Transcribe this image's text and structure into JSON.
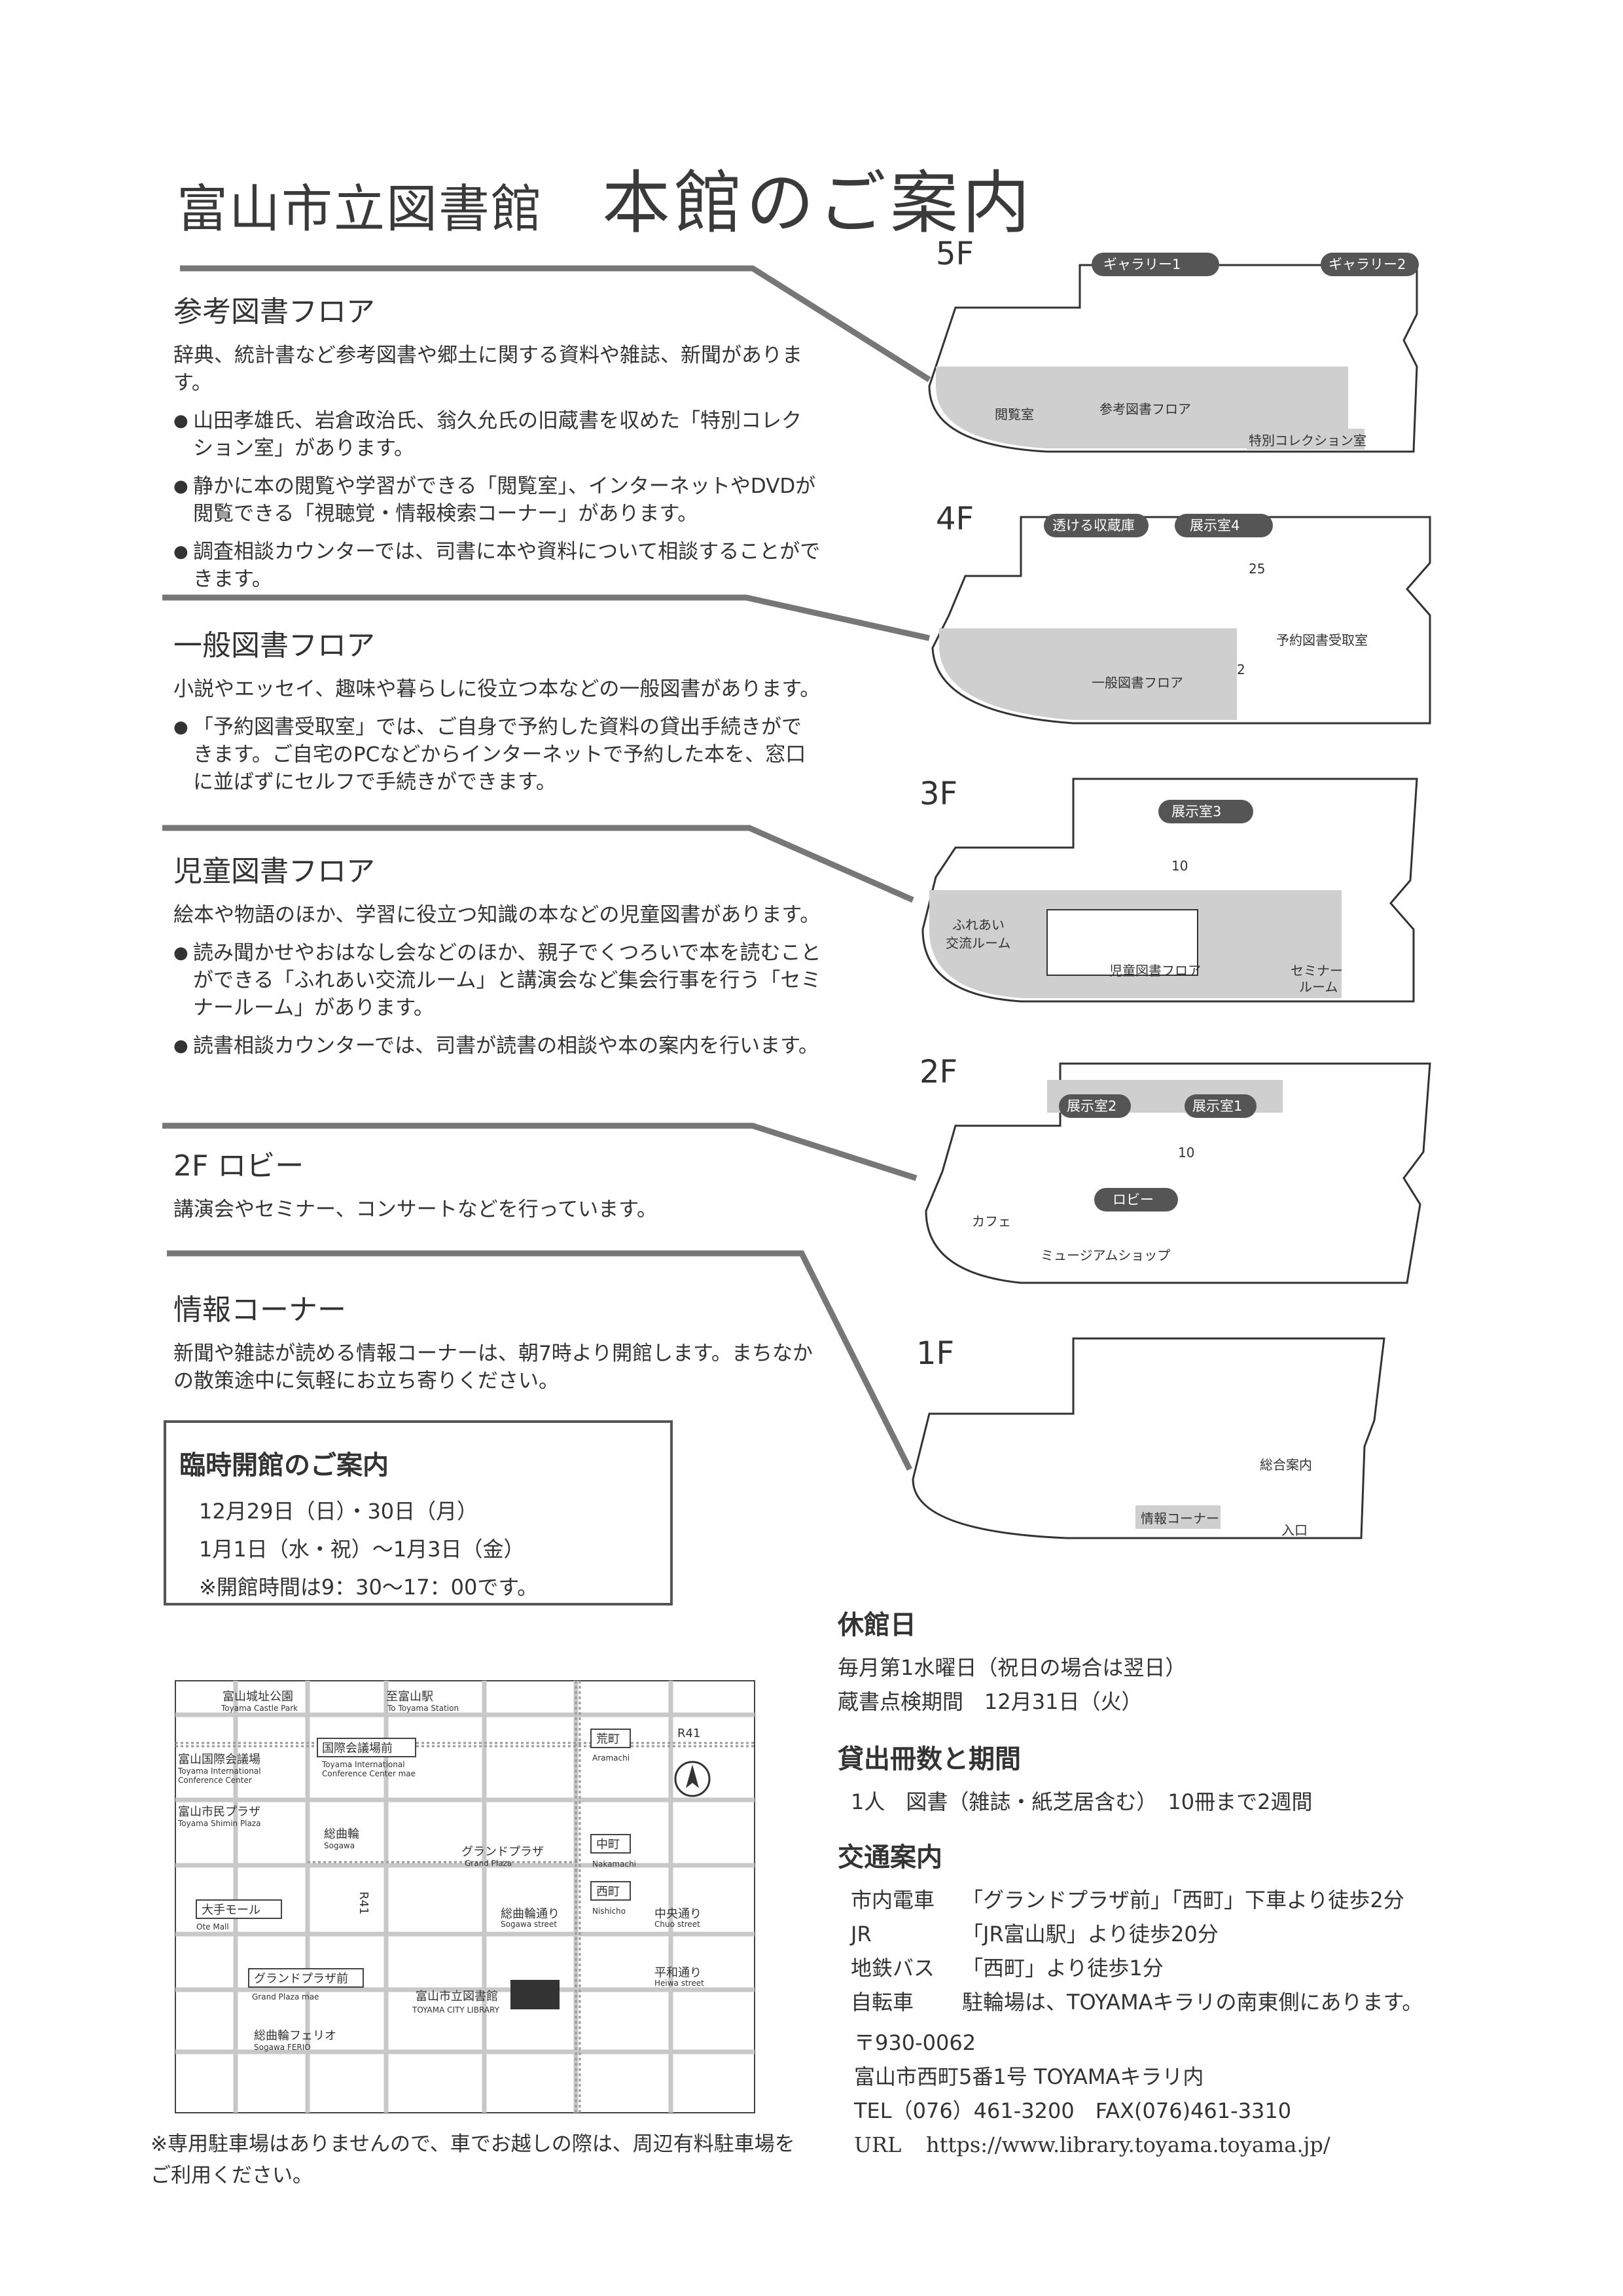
{
  "title": {
    "library": "富山市立図書館",
    "guide": "本館のご案内"
  },
  "sections": [
    {
      "heading": "参考図書フロア",
      "lead": "辞典、統計書など参考図書や郷土に関する資料や雑誌、新聞があります。",
      "bullets": [
        "山田孝雄氏、岩倉政治氏、翁久允氏の旧蔵書を収めた「特別コレクション室」があります。",
        "静かに本の閲覧や学習ができる「閲覧室」、インターネットやDVDが閲覧できる「視聴覚・情報検索コーナー」があります。",
        "調査相談カウンターでは、司書に本や資料について相談することができます。"
      ]
    },
    {
      "heading": "一般図書フロア",
      "lead": "小説やエッセイ、趣味や暮らしに役立つ本などの一般図書があります。",
      "bullets": [
        "「予約図書受取室」では、ご自身で予約した資料の貸出手続きができます。ご自宅のPCなどからインターネットで予約した本を、窓口に並ばずにセルフで手続きができます。"
      ]
    },
    {
      "heading": "児童図書フロア",
      "lead": "絵本や物語のほか、学習に役立つ知識の本などの児童図書があります。",
      "bullets": [
        "読み聞かせやおはなし会などのほか、親子でくつろいで本を読むことができる「ふれあい交流ルーム」と講演会など集会行事を行う「セミナールーム」があります。",
        "読書相談カウンターでは、司書が読書の相談や本の案内を行います。"
      ]
    },
    {
      "heading": "2F ロビー",
      "lead": "講演会やセミナー、コンサートなどを行っています。",
      "bullets": []
    },
    {
      "heading": "情報コーナー",
      "lead": "新聞や雑誌が読める情報コーナーは、朝7時より開館します。まちなかの散策途中に気軽にお立ち寄りください。",
      "bullets": []
    }
  ],
  "floors": {
    "f5": {
      "label": "5F",
      "rooms": [
        "ギャラリー1",
        "ギャラリー2",
        "閲覧室",
        "参考図書フロア",
        "特別コレクション室"
      ]
    },
    "f4": {
      "label": "4F",
      "rooms": [
        "透ける収蔵庫",
        "展示室4",
        "予約図書受取室",
        "一般図書フロア"
      ],
      "nums": [
        "25",
        "2"
      ]
    },
    "f3": {
      "label": "3F",
      "rooms": [
        "展示室3",
        "ふれあい",
        "交流ルーム",
        "児童図書フロア",
        "セミナー",
        "ルーム"
      ],
      "nums": [
        "10"
      ]
    },
    "f2": {
      "label": "2F",
      "rooms": [
        "展示室2",
        "展示室1",
        "ロビー",
        "カフェ",
        "ミュージアムショップ"
      ],
      "nums": [
        "10"
      ]
    },
    "f1": {
      "label": "1F",
      "rooms": [
        "総合案内",
        "情報コーナー",
        "入口"
      ]
    }
  },
  "notice": {
    "title": "臨時開館のご案内",
    "lines": [
      "12月29日（日）・30日（月）",
      "1月1日（水・祝）～1月3日（金）",
      "※開館時間は9：30～17：00です。"
    ]
  },
  "closed": {
    "title": "休館日",
    "lines": [
      "毎月第1水曜日（祝日の場合は翌日）",
      "蔵書点検期間　12月31日（火）"
    ]
  },
  "loan": {
    "title": "貸出冊数と期間",
    "line": "1人　図書（雑誌・紙芝居含む）　10冊まで2週間"
  },
  "access": {
    "title": "交通案内",
    "rows": [
      {
        "mode": "市内電車",
        "desc": "「グランドプラザ前」「西町」下車より徒歩2分"
      },
      {
        "mode": "JR",
        "desc": "「JR富山駅」より徒歩20分"
      },
      {
        "mode": "地鉄バス",
        "desc": "「西町」より徒歩1分"
      },
      {
        "mode": "自転車",
        "desc": "駐輪場は、TOYAMAキラリの南東側にあります。"
      }
    ]
  },
  "contact": {
    "zip": "〒930-0062",
    "address": "富山市西町5番1号 TOYAMAキラリ内",
    "tel": "TEL（076）461-3200　FAX(076)461-3310",
    "url_label": "URL",
    "url": "https://www.library.toyama.toyama.jp/"
  },
  "map": {
    "labels": {
      "castle_jp": "富山城址公園",
      "castle_en": "Toyama Castle Park",
      "station_jp": "至富山駅",
      "station_en": "To Toyama Station",
      "conf_jp": "富山国際会議場",
      "conf_en1": "Toyama International",
      "conf_en2": "Conference Center",
      "conf_stop_jp": "国際会議場前",
      "conf_stop_en1": "Toyama International",
      "conf_stop_en2": "Conference Center mae",
      "shimin_jp": "富山市民プラザ",
      "shimin_en": "Toyama Shimin Plaza",
      "sogawa_jp": "総曲輪",
      "sogawa_en": "Sogawa",
      "gp_jp": "グランドプラザ",
      "gp_en": "Grand Plaza",
      "ote_jp": "大手モール",
      "ote_en": "Ote Mall",
      "sogawa_st_jp": "総曲輪通り",
      "sogawa_st_en": "Sogawa street",
      "chuo_jp": "中央通り",
      "chuo_en": "Chuo street",
      "heiwa_jp": "平和通り",
      "heiwa_en": "Heiwa street",
      "gp_stop_jp": "グランドプラザ前",
      "gp_stop_en": "Grand Plaza mae",
      "lib_jp": "富山市立図書館",
      "lib_en": "TOYAMA CITY LIBRARY",
      "ferio_jp": "総曲輪フェリオ",
      "ferio_en": "Sogawa FERIO",
      "aramachi_jp": "荒町",
      "aramachi_en": "Aramachi",
      "naka_jp": "中町",
      "naka_en": "Nakamachi",
      "nishi_jp": "西町",
      "nishi_en": "Nishicho",
      "r41a": "R41",
      "r41b": "R41"
    },
    "note": "※専用駐車場はありませんので、車でお越しの際は、周辺有料駐車場をご利用ください。"
  }
}
